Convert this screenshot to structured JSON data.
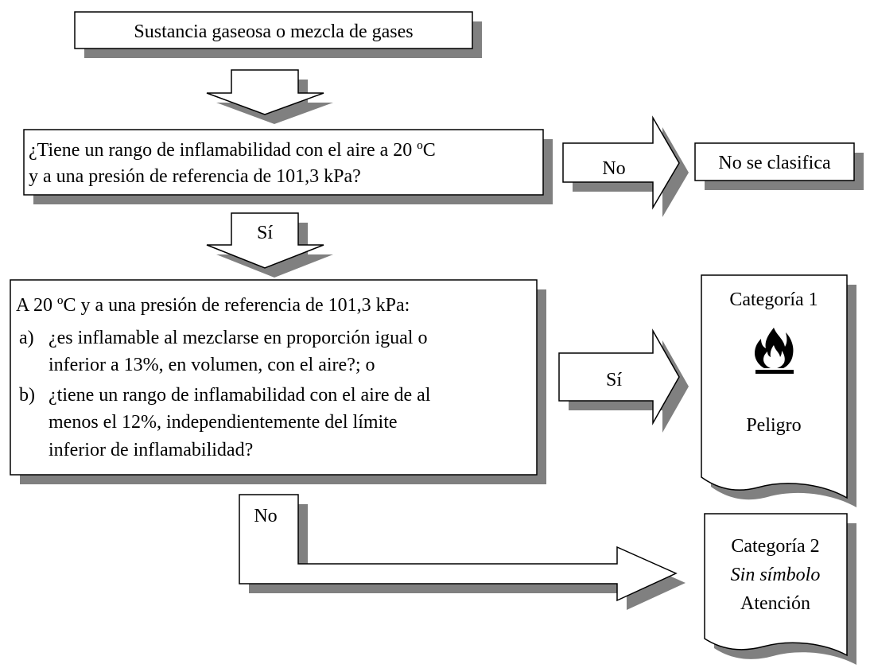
{
  "start": {
    "label": "Sustancia gaseosa o mezcla de gases"
  },
  "question1": {
    "line1": "¿Tiene un rango de inflamabilidad con el aire a 20 ºC",
    "line2": "y a una presión de referencia de 101,3 kPa?"
  },
  "question1_no": {
    "label": "No"
  },
  "not_classified": {
    "label": "No se clasifica"
  },
  "question1_yes": {
    "label": "Sí"
  },
  "question2": {
    "intro": "A 20 ºC y a una presión de referencia de 101,3 kPa:",
    "a_marker": "a)",
    "a_line1": "¿es inflamable al mezclarse en proporción igual o",
    "a_line2": "inferior a 13%, en volumen, con el aire?; o",
    "b_marker": "b)",
    "b_line1": "¿tiene un rango de inflamabilidad con el aire de al",
    "b_line2": "menos el 12%, independientemente del límite",
    "b_line3": "inferior de inflamabilidad?"
  },
  "question2_yes": {
    "label": "Sí"
  },
  "question2_no": {
    "label": "No"
  },
  "category1": {
    "title": "Categoría 1",
    "pictogram": "flame-icon",
    "signal_word": "Peligro"
  },
  "category2": {
    "title": "Categoría 2",
    "symbol_note": "Sin símbolo",
    "signal_word": "Atención"
  }
}
